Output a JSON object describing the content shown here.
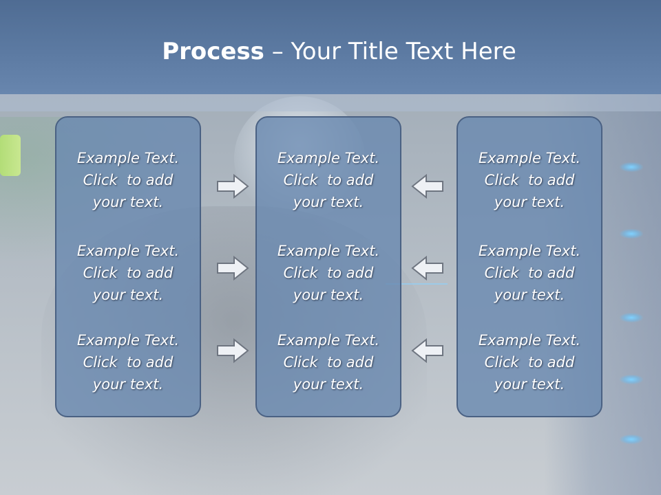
{
  "slide": {
    "title_strong": "Process",
    "title_rest": " – Your Title Text Here"
  },
  "columns": [
    {
      "items": [
        "Example Text.\nClick  to add\nyour text.",
        "Example Text.\nClick  to add\nyour text.",
        "Example Text.\nClick  to add\nyour text."
      ]
    },
    {
      "items": [
        "Example Text.\nClick  to add\nyour text.",
        "Example Text.\nClick  to add\nyour text.",
        "Example Text.\nClick  to add\nyour text."
      ]
    },
    {
      "items": [
        "Example Text.\nClick  to add\nyour text.",
        "Example Text.\nClick  to add\nyour text.",
        "Example Text.\nClick  to add\nyour text."
      ]
    }
  ],
  "arrows": {
    "left_group": "right-arrow-icon",
    "right_group": "left-arrow-icon"
  },
  "colors": {
    "header": "#5c7aa2",
    "box_fill": "#6888b0",
    "box_border": "#4a6183",
    "text": "#ffffff"
  }
}
